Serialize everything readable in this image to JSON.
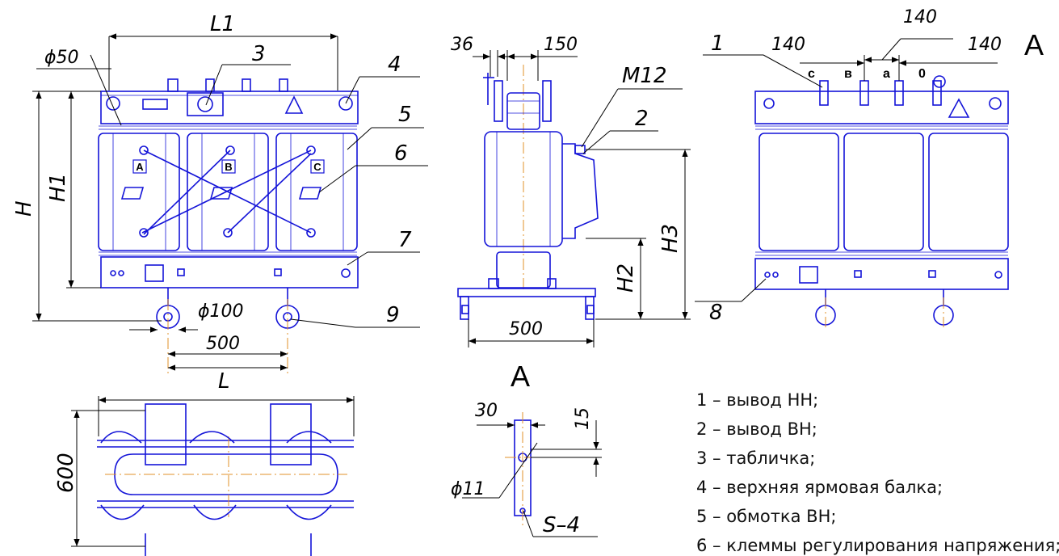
{
  "drawing": {
    "front_view": {
      "dimensions": {
        "L1": "L1",
        "phi50": "ϕ50",
        "H": "H",
        "H1": "H1",
        "phi100": "ϕ100",
        "d500": "500",
        "L": "L"
      },
      "callouts": [
        "3",
        "4",
        "5",
        "6",
        "7",
        "9"
      ],
      "phases": [
        "A",
        "B",
        "C"
      ]
    },
    "side_view": {
      "dimensions": {
        "d36": "36",
        "d150": "150",
        "M12": "M12",
        "H2": "H2",
        "H3": "H3",
        "d500": "500"
      },
      "callouts": [
        "2"
      ]
    },
    "view_a": {
      "view_letter": "A",
      "dimensions": {
        "top140": "140",
        "left140": "140",
        "right140": "140"
      },
      "terminals": [
        "c",
        "в",
        "a",
        "0"
      ],
      "callouts": [
        "1",
        "8"
      ]
    },
    "top_view": {
      "dimensions": {
        "d600": "600"
      }
    },
    "detail_a": {
      "view_letter": "A",
      "dimensions": {
        "d30": "30",
        "d15": "15",
        "phi11": "ϕ11",
        "S4": "S–4"
      }
    },
    "legend": [
      "1 – вывод НН;",
      "2 – вывод ВН;",
      "3 – табличка;",
      "4 – верхняя ярмовая балка;",
      "5 – обмотка ВН;",
      "6 – клеммы регулирования напряжения;"
    ],
    "colors": {
      "outline": "#1414d8",
      "dimension": "#000000",
      "axis": "#e0902a",
      "background": "#ffffff"
    }
  }
}
